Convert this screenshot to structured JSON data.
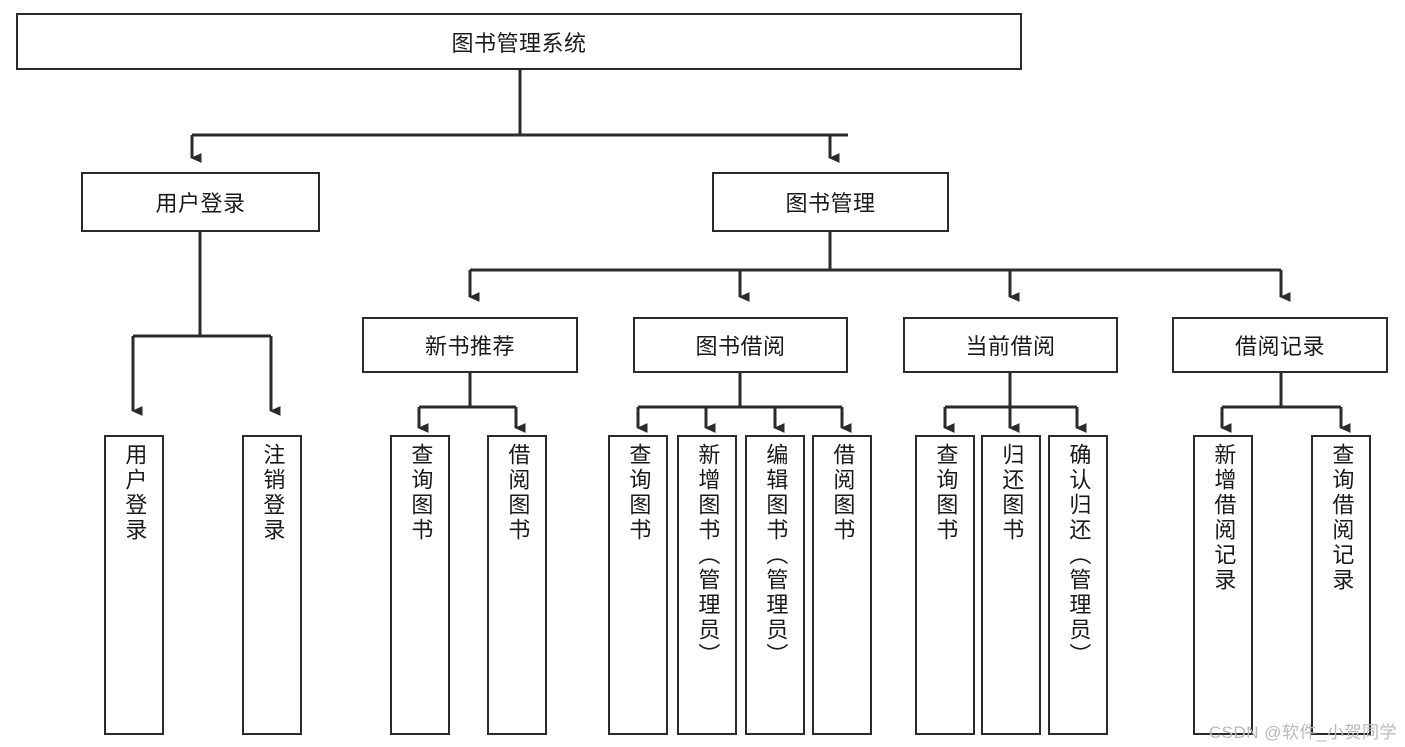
{
  "diagram": {
    "type": "hierarchy-tree",
    "title_node": {
      "id": "root",
      "label": "图书管理系统"
    },
    "level1": [
      {
        "id": "user-login",
        "label": "用户登录"
      },
      {
        "id": "book-mgmt",
        "label": "图书管理"
      }
    ],
    "level2": [
      {
        "id": "new-book-rec",
        "label": "新书推荐",
        "parent": "book-mgmt"
      },
      {
        "id": "book-borrow",
        "label": "图书借阅",
        "parent": "book-mgmt"
      },
      {
        "id": "current-borrow",
        "label": "当前借阅",
        "parent": "book-mgmt"
      },
      {
        "id": "borrow-record",
        "label": "借阅记录",
        "parent": "book-mgmt"
      }
    ],
    "leaves": [
      {
        "id": "leaf-user-login",
        "label": "用户登录",
        "parent": "user-login"
      },
      {
        "id": "leaf-logout",
        "label": "注销登录",
        "parent": "user-login"
      },
      {
        "id": "leaf-query-book-1",
        "label": "查询图书",
        "parent": "new-book-rec"
      },
      {
        "id": "leaf-borrow-book-1",
        "label": "借阅图书",
        "parent": "new-book-rec"
      },
      {
        "id": "leaf-query-book-2",
        "label": "查询图书",
        "parent": "book-borrow"
      },
      {
        "id": "leaf-add-book",
        "label": "新增图书（管理员）",
        "parent": "book-borrow"
      },
      {
        "id": "leaf-edit-book",
        "label": "编辑图书（管理员）",
        "parent": "book-borrow"
      },
      {
        "id": "leaf-borrow-book-2",
        "label": "借阅图书",
        "parent": "book-borrow"
      },
      {
        "id": "leaf-query-book-3",
        "label": "查询图书",
        "parent": "current-borrow"
      },
      {
        "id": "leaf-return-book",
        "label": "归还图书",
        "parent": "current-borrow"
      },
      {
        "id": "leaf-confirm-return",
        "label": "确认归还（管理员）",
        "parent": "current-borrow"
      },
      {
        "id": "leaf-add-record",
        "label": "新增借阅记录",
        "parent": "borrow-record"
      },
      {
        "id": "leaf-query-record",
        "label": "查询借阅记录",
        "parent": "borrow-record"
      }
    ]
  },
  "watermark": {
    "text": "CSDN @软件_小贺同学"
  },
  "colors": {
    "stroke": "#2b2b2b",
    "fill": "#ffffff",
    "text": "#1a1a1a",
    "watermark": "#b9b9b9"
  }
}
